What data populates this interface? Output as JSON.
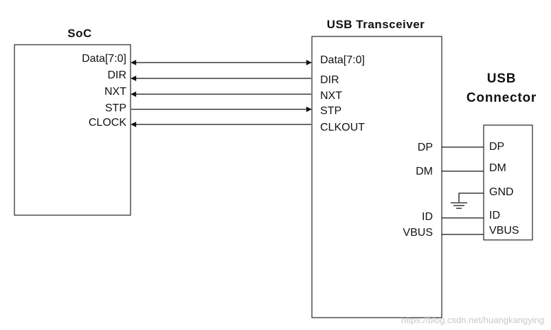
{
  "soc": {
    "title": "SoC",
    "pins": [
      "Data[7:0]",
      "DIR",
      "NXT",
      "STP",
      "CLOCK"
    ]
  },
  "transceiver": {
    "title": "USB Transceiver",
    "left_pins": [
      "Data[7:0]",
      "DIR",
      "NXT",
      "STP",
      "CLKOUT"
    ],
    "right_pins": [
      "DP",
      "DM",
      "ID",
      "VBUS"
    ]
  },
  "connector": {
    "title_line1": "USB",
    "title_line2": "Connector",
    "pins": [
      "DP",
      "DM",
      "GND",
      "ID",
      "VBUS"
    ]
  },
  "signals": [
    {
      "from": "Data[7:0]",
      "to": "Data[7:0]",
      "direction": "bidirectional"
    },
    {
      "from": "DIR",
      "to": "DIR",
      "direction": "to-soc"
    },
    {
      "from": "NXT",
      "to": "NXT",
      "direction": "to-soc"
    },
    {
      "from": "STP",
      "to": "STP",
      "direction": "to-transceiver"
    },
    {
      "from": "CLOCK",
      "to": "CLKOUT",
      "direction": "to-soc"
    }
  ],
  "watermark": "https://blog.csdn.net/huangkangying"
}
